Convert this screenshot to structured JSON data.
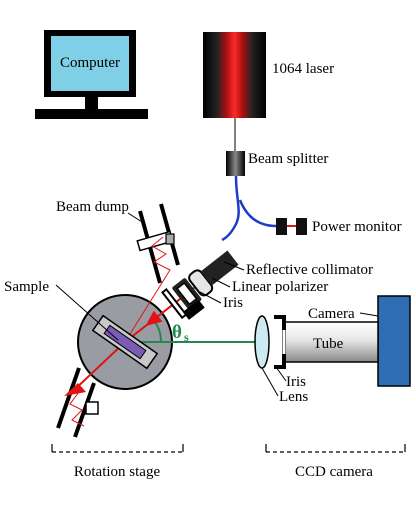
{
  "labels": {
    "computer": "Computer",
    "laser": "1064 laser",
    "beam_splitter": "Beam splitter",
    "power_monitor": "Power monitor",
    "beam_dump": "Beam dump",
    "reflective_collimator": "Reflective collimator",
    "linear_polarizer": "Linear polarizer",
    "iris_source": "Iris",
    "sample": "Sample",
    "camera": "Camera",
    "tube": "Tube",
    "iris_camera": "Iris",
    "lens": "Lens",
    "theta_symbol": "θ",
    "theta_subscript": "s",
    "rotation_stage": "Rotation stage",
    "ccd_camera": "CCD camera"
  },
  "colors": {
    "monitor_screen": "#7fd0e6",
    "fiber": "#1e3cc8",
    "laser_beam": "#e01414",
    "scatter_line": "#1f8a4c",
    "stage_fill": "#9a9ca3",
    "camera_body": "#2f6eb3",
    "lens_fill": "#cdeaf3",
    "sample_fill": "#7a5bb5"
  }
}
